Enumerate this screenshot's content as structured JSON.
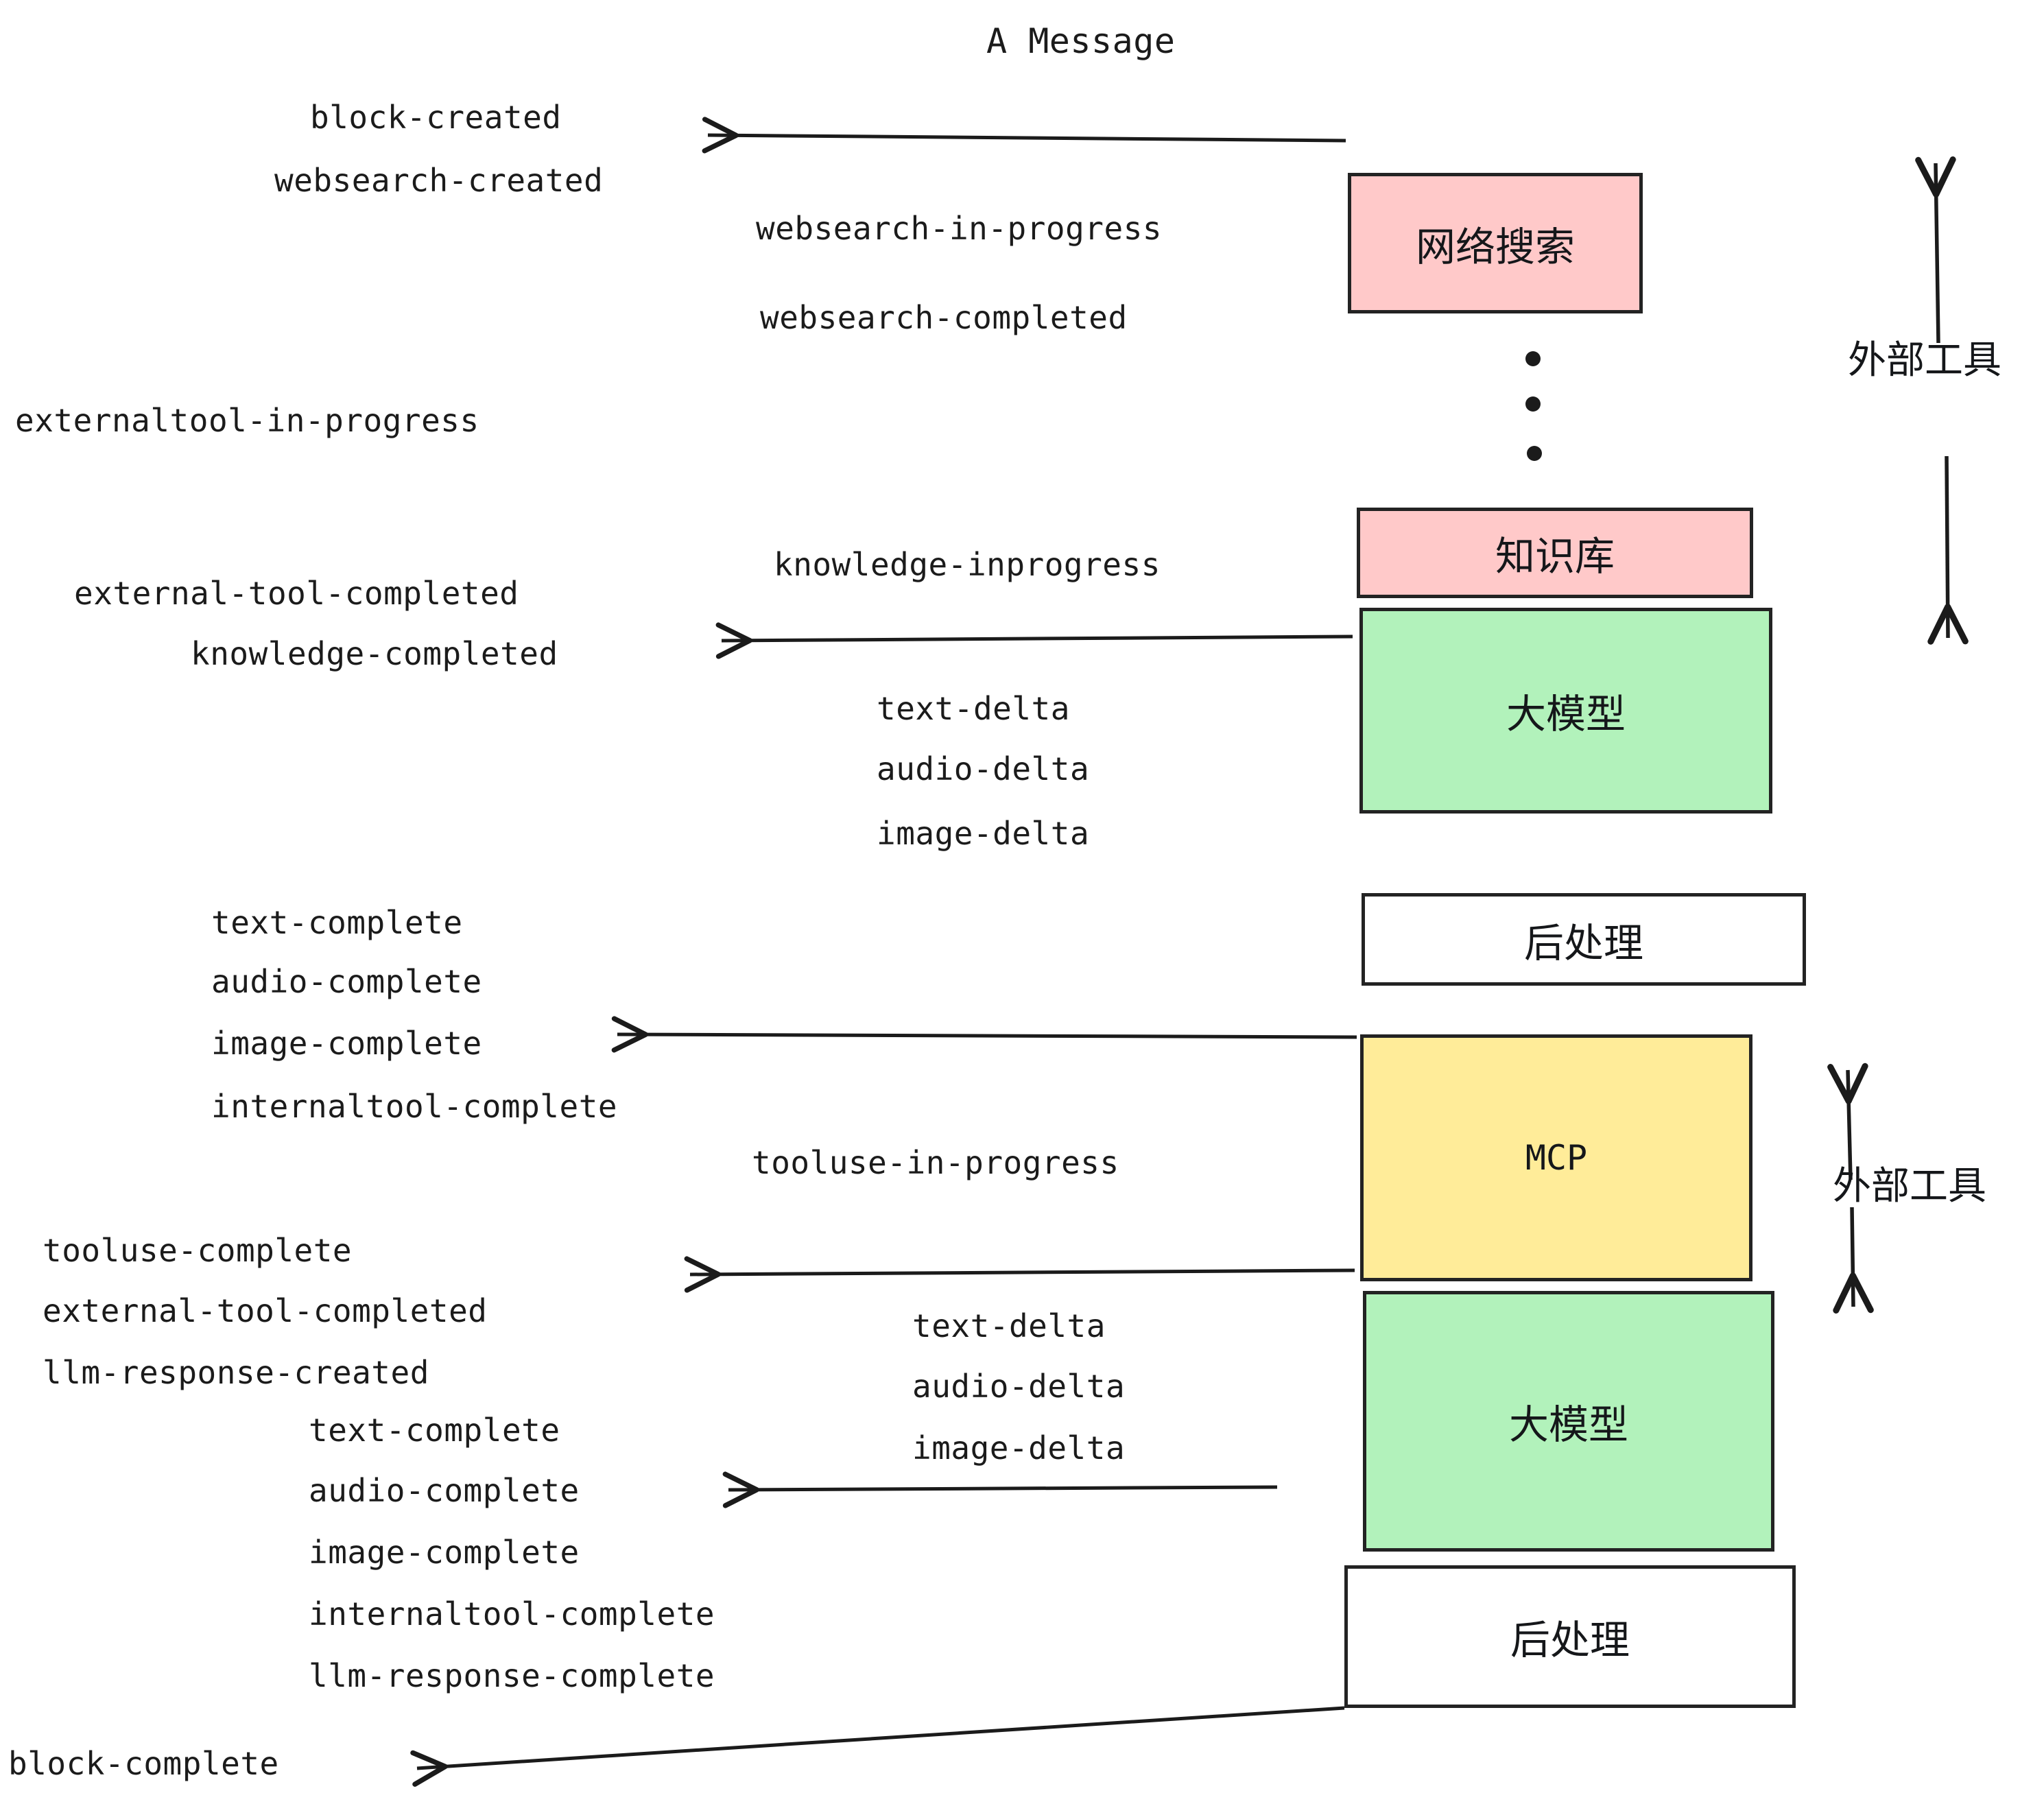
{
  "diagram": {
    "title": "A Message",
    "colors": {
      "pink": "#FFC9C9",
      "green": "#B2F2BB",
      "yellow": "#FFEC99",
      "white": "#FFFFFF",
      "stroke": "#232323",
      "text": "#1b1b1b"
    },
    "nodes": [
      {
        "id": "websearch",
        "label": "网络搜索",
        "fill": "#FFC9C9"
      },
      {
        "id": "knowledge-base",
        "label": "知识库",
        "fill": "#FFC9C9"
      },
      {
        "id": "llm-top",
        "label": "大模型",
        "fill": "#B2F2BB"
      },
      {
        "id": "postprocess-top",
        "label": "后处理",
        "fill": "#FFFFFF"
      },
      {
        "id": "mcp",
        "label": "MCP",
        "fill": "#FFEC99"
      },
      {
        "id": "llm-bottom",
        "label": "大模型",
        "fill": "#B2F2BB"
      },
      {
        "id": "postprocess-bottom",
        "label": "后处理",
        "fill": "#FFFFFF"
      }
    ],
    "side_annotations": [
      {
        "id": "external-tool-upper",
        "label": "外部工具"
      },
      {
        "id": "external-tool-lower",
        "label": "外部工具"
      }
    ],
    "events": {
      "block_created": "block-created",
      "websearch_created": "websearch-created",
      "websearch_in_progress": "websearch-in-progress",
      "websearch_completed": "websearch-completed",
      "externaltool_in_progress": "externaltool-in-progress",
      "knowledge_inprogress": "knowledge-inprogress",
      "external_tool_completed_1": "external-tool-completed",
      "knowledge_completed": "knowledge-completed",
      "text_delta_1": "text-delta",
      "audio_delta_1": "audio-delta",
      "image_delta_1": "image-delta",
      "text_complete_1": "text-complete",
      "audio_complete_1": "audio-complete",
      "image_complete_1": "image-complete",
      "internaltool_complete_1": "internaltool-complete",
      "tooluse_in_progress": "tooluse-in-progress",
      "tooluse_complete": "tooluse-complete",
      "external_tool_completed_2": "external-tool-completed",
      "llm_response_created": "llm-response-created",
      "text_delta_2": "text-delta",
      "audio_delta_2": "audio-delta",
      "image_delta_2": "image-delta",
      "text_complete_2": "text-complete",
      "audio_complete_2": "audio-complete",
      "image_complete_2": "image-complete",
      "internaltool_complete_2": "internaltool-complete",
      "llm_response_complete": "llm-response-complete",
      "block_complete": "block-complete"
    },
    "ellipsis": "⋮"
  }
}
